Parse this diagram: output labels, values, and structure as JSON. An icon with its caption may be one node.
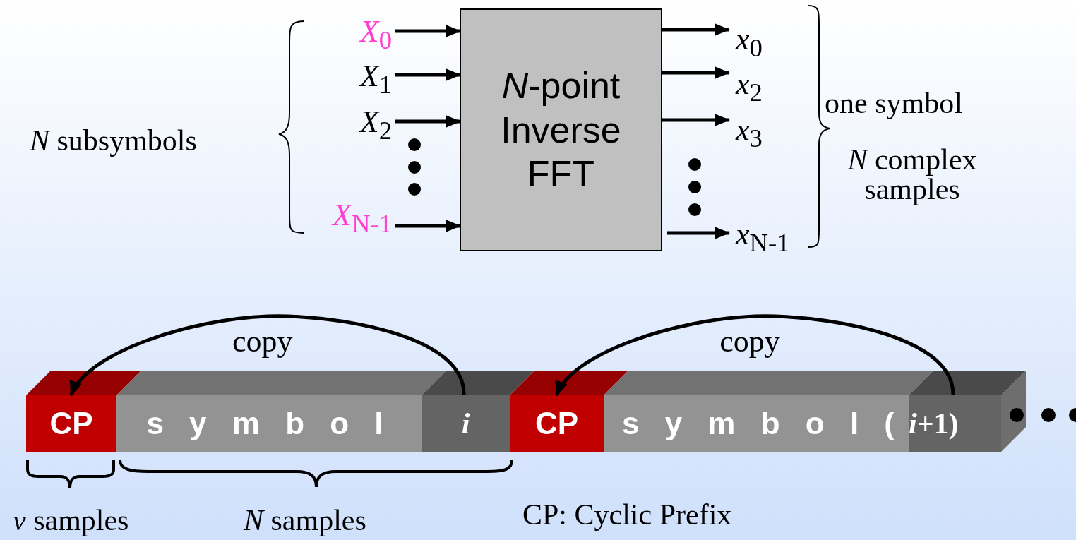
{
  "diagram": {
    "nodes": [
      {
        "text": [
          "*X*$_{0}$"
        ]
      },
      {
        "text": [
          "*X*$_{1}$"
        ]
      },
      {
        "text": [
          "*X*$_{2}$"
        ]
      },
      {
        "text": [
          "*X*$_{N-1}$"
        ]
      },
      {
        "text": [
          "*N*-point Inverse FFT"
        ]
      },
      {
        "text": [
          "*x*$_{0}$"
        ]
      },
      {
        "text": [
          "*x*$_{2}$"
        ]
      },
      {
        "text": [
          "*x*$_{3}$"
        ]
      },
      {
        "text": [
          "*x*$_{N-1}$"
        ]
      },
      {
        "text": [
          "CP"
        ]
      },
      {
        "text": [
          "s y m b o l"
        ]
      },
      {
        "text": [
          "*i*"
        ]
      },
      {
        "text": [
          "CP"
        ]
      },
      {
        "text": [
          "s y m b o l ("
        ]
      },
      {
        "text": [
          "*i*+1)"
        ]
      }
    ],
    "edges": [
      {
        "from": 0,
        "to": 4,
        "arrow": "to"
      },
      {
        "from": 1,
        "to": 4,
        "arrow": "to"
      },
      {
        "from": 2,
        "to": 4,
        "arrow": "to"
      },
      {
        "from": 3,
        "to": 4,
        "arrow": "to"
      },
      {
        "from": 4,
        "to": 5,
        "arrow": "to"
      },
      {
        "from": 4,
        "to": 6,
        "arrow": "to"
      },
      {
        "from": 4,
        "to": 7,
        "arrow": "to"
      },
      {
        "from": 4,
        "to": 8,
        "arrow": "to"
      },
      {
        "from": 11,
        "to": 9,
        "label": "copy",
        "arrow": "to"
      },
      {
        "from": 14,
        "to": 12,
        "label": "copy",
        "arrow": "to"
      }
    ],
    "labels": [
      "*N* subsymbols",
      "one symbol",
      "*N* complex samples",
      "*v* samples",
      "*N* samples",
      "CP: Cyclic Prefix"
    ]
  }
}
